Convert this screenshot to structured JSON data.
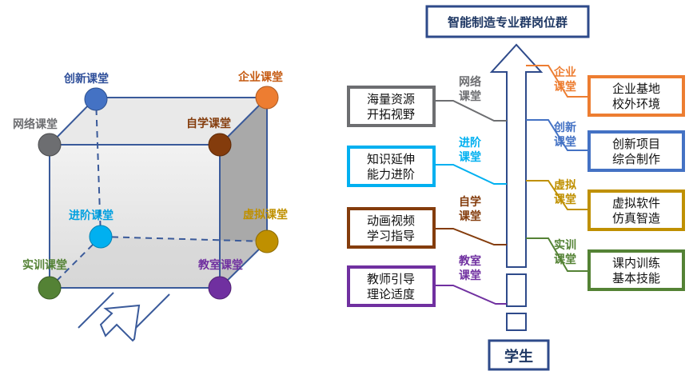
{
  "cube": {
    "nodes": [
      {
        "key": "innovation",
        "label": "创新课堂",
        "color": "#4472C4"
      },
      {
        "key": "enterprise",
        "label": "企业课堂",
        "color": "#ED7D31"
      },
      {
        "key": "network",
        "label": "网络课堂",
        "color": "#6D6E71"
      },
      {
        "key": "selfstudy",
        "label": "自学课堂",
        "color": "#843C0C"
      },
      {
        "key": "advanced",
        "label": "进阶课堂",
        "color": "#00B0F0"
      },
      {
        "key": "virtual",
        "label": "虚拟课堂",
        "color": "#BF9000"
      },
      {
        "key": "training",
        "label": "实训课堂",
        "color": "#548235"
      },
      {
        "key": "classroom",
        "label": "教室课堂",
        "color": "#7030A0"
      }
    ]
  },
  "right": {
    "top_title": "智能制造专业群岗位群",
    "bottom_title": "学生",
    "left_items": [
      {
        "tag": "网络\n课堂",
        "box": "海量资源\n开拓视野",
        "color": "#6D6E71"
      },
      {
        "tag": "进阶\n课堂",
        "box": "知识延伸\n能力进阶",
        "color": "#00B0F0"
      },
      {
        "tag": "自学\n课堂",
        "box": "动画视频\n学习指导",
        "color": "#843C0C"
      },
      {
        "tag": "教室\n课堂",
        "box": "教师引导\n理论适度",
        "color": "#7030A0"
      }
    ],
    "right_items": [
      {
        "tag": "企业\n课堂",
        "box": "企业基地\n校外环境",
        "color": "#ED7D31"
      },
      {
        "tag": "创新\n课堂",
        "box": "创新项目\n综合制作",
        "color": "#4472C4"
      },
      {
        "tag": "虚拟\n课堂",
        "box": "虚拟软件\n仿真智造",
        "color": "#BF9000"
      },
      {
        "tag": "实训\n课堂",
        "box": "课内训练\n基本技能",
        "color": "#548235"
      }
    ]
  }
}
